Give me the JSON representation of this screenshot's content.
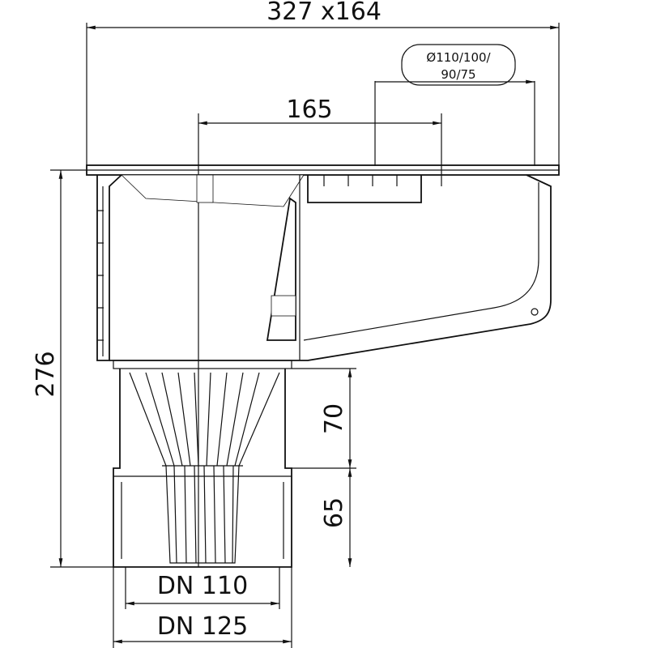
{
  "drawing": {
    "dimensions": {
      "overall": "327 x164",
      "center_offset": "165",
      "outlet_label_line1": "Ø110/100/",
      "outlet_label_line2": "90/75",
      "height": "276",
      "upper_spigot": "70",
      "lower_spigot": "65",
      "inner_dn": "DN 110",
      "outer_dn": "DN 125"
    }
  }
}
